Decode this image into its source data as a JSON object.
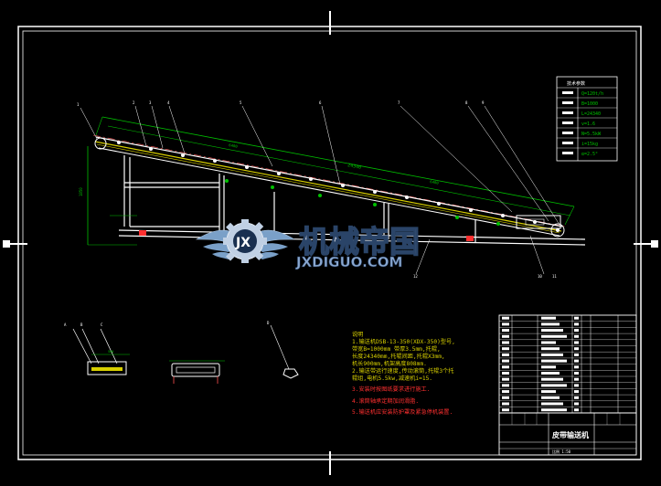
{
  "drawing": {
    "watermark_cn": "机械帝国",
    "watermark_en": "JXDIGUO.COM",
    "params_table": {
      "header": "技术参数",
      "rows": [
        "Q=120t/h",
        "B=1000",
        "L=24340",
        "v=1.6",
        "N=5.5kW",
        "i=15kg",
        "α=2.5°"
      ]
    },
    "notes": {
      "title": "说明",
      "lines": [
        "1.输送机DSB-13-350(XDX-350)型号,",
        "  带宽B=1000mm 带厚3.5mm,托辊,",
        "  长度24340mm,托辊间距,托辊X3mm,",
        "  机长900mm,机架高度808mm.",
        "2.输送带运行速度,传动滚筒,托辊3个托",
        "  辊组,电机5.5kw,减速机i=15.",
        "3.安装时按图纸要求进行施工.",
        "4.滚筒轴承定期加润滑脂.",
        "5.输送机应安装防护罩及紧急停机装置."
      ]
    },
    "title_block": {
      "title": "皮带输送机",
      "scale": "比例 1:50"
    },
    "callouts": [
      "1",
      "2",
      "3",
      "4",
      "5",
      "6",
      "7",
      "8",
      "9",
      "10",
      "11",
      "12"
    ]
  }
}
